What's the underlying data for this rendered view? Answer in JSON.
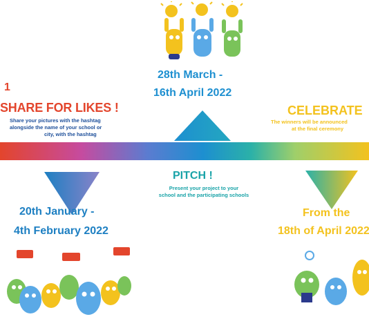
{
  "left_phase": {
    "number": "1",
    "heading": "SHARE FOR LIKES !",
    "lines": [
      "Share your pictures with the hashtag",
      "alongside the name of your school or",
      "city, with the hashtag"
    ],
    "date_line1": "20th January -",
    "date_line2": "4th February 2022"
  },
  "middle_phase": {
    "date_line1": "28th March -",
    "date_line2": "16th April 2022",
    "heading": "PITCH !",
    "lines": [
      "Present your project to your",
      "school and the participating schools"
    ]
  },
  "right_phase": {
    "heading": "CELEBRATE",
    "lines": [
      "The winners will be announced",
      "at the final ceremony"
    ],
    "date_line1": "From the",
    "date_line2": "18th of April 2022"
  },
  "colors": {
    "red": "#e3452c",
    "blue": "#1d7fc2",
    "teal": "#19a3a8",
    "yellow": "#f3c21e",
    "navy": "#2b3a8c"
  }
}
